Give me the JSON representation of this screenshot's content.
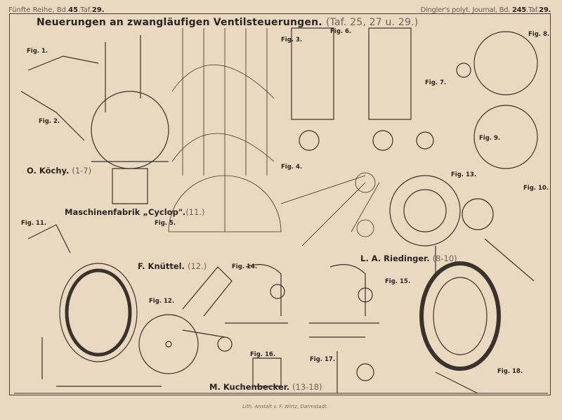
{
  "header": {
    "left": {
      "series": "Fünfte Reihe, Bd.",
      "volume": "45",
      "plate_prefix": ".Taf.",
      "plate": "29."
    },
    "right": {
      "journal": "Dingler's polyt. Journal, Bd.",
      "volume": "245",
      "plate_prefix": ".Taf.",
      "plate": "29."
    }
  },
  "title": {
    "main": "Neuerungen an zwangläufigen Ventilsteuerungen.",
    "ref": "(Taf. 25, 27 u. 29.)"
  },
  "makers": [
    {
      "name": "O. Köchy.",
      "figs": "(1-7)"
    },
    {
      "name": "Maschinenfabrik „Cyclop\".",
      "figs": "(11.)"
    },
    {
      "name": "F. Knüttel.",
      "figs": "(12.)"
    },
    {
      "name": "L. A. Riedinger.",
      "figs": "(8-10)"
    },
    {
      "name": "M. Kuchenbecker.",
      "figs": "(13-18)"
    }
  ],
  "figures": [
    "Fig. 1.",
    "Fig. 2.",
    "Fig. 3.",
    "Fig. 4.",
    "Fig. 5.",
    "Fig. 6.",
    "Fig. 7.",
    "Fig. 8.",
    "Fig. 9.",
    "Fig. 10.",
    "Fig. 11.",
    "Fig. 12.",
    "Fig. 13.",
    "Fig. 14.",
    "Fig. 15.",
    "Fig. 16.",
    "Fig. 17.",
    "Fig. 18."
  ],
  "imprint": "Lith. Anstalt v. F. Wirtz, Darmstadt."
}
